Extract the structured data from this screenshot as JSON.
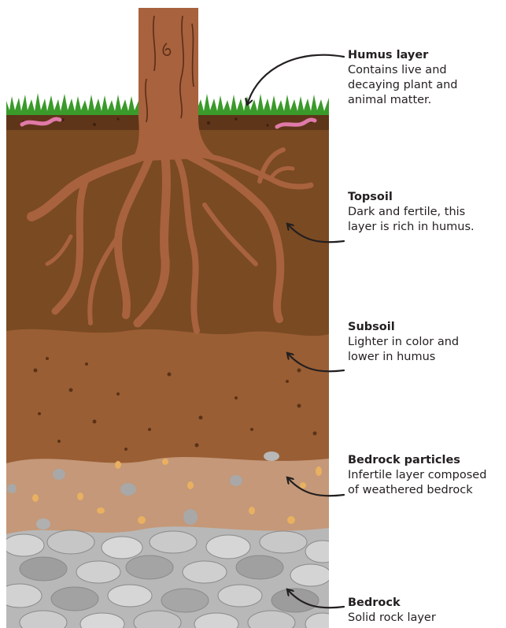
{
  "figure": {
    "colors": {
      "grass": "#3a9a2a",
      "humus": "#5e3519",
      "topsoil": "#7a4a22",
      "subsoil": "#9a5e34",
      "bedrock_particles": "#c49878",
      "bedrock": "#b8b8b8",
      "trunk": "#a8623e",
      "roots": "#a8623e",
      "worm": "#e07aa8",
      "arrow": "#231f20"
    },
    "layers": [
      {
        "id": "humus",
        "title": "Humus layer",
        "description": "Contains live and\ndecaying plant and\nanimal matter.",
        "arrow_icon": "curved-arrow-left"
      },
      {
        "id": "topsoil",
        "title": "Topsoil",
        "description": "Dark and fertile, this\nlayer is rich in humus.",
        "arrow_icon": "curved-arrow-left"
      },
      {
        "id": "subsoil",
        "title": "Subsoil",
        "description": "Lighter in color and\nlower in humus",
        "arrow_icon": "curved-arrow-left"
      },
      {
        "id": "bedrock-particles",
        "title": "Bedrock particles",
        "description": "Infertile layer composed\nof weathered bedrock",
        "arrow_icon": "curved-arrow-left"
      },
      {
        "id": "bedrock",
        "title": "Bedrock",
        "description": "Solid rock layer",
        "arrow_icon": "curved-arrow-left"
      }
    ]
  }
}
